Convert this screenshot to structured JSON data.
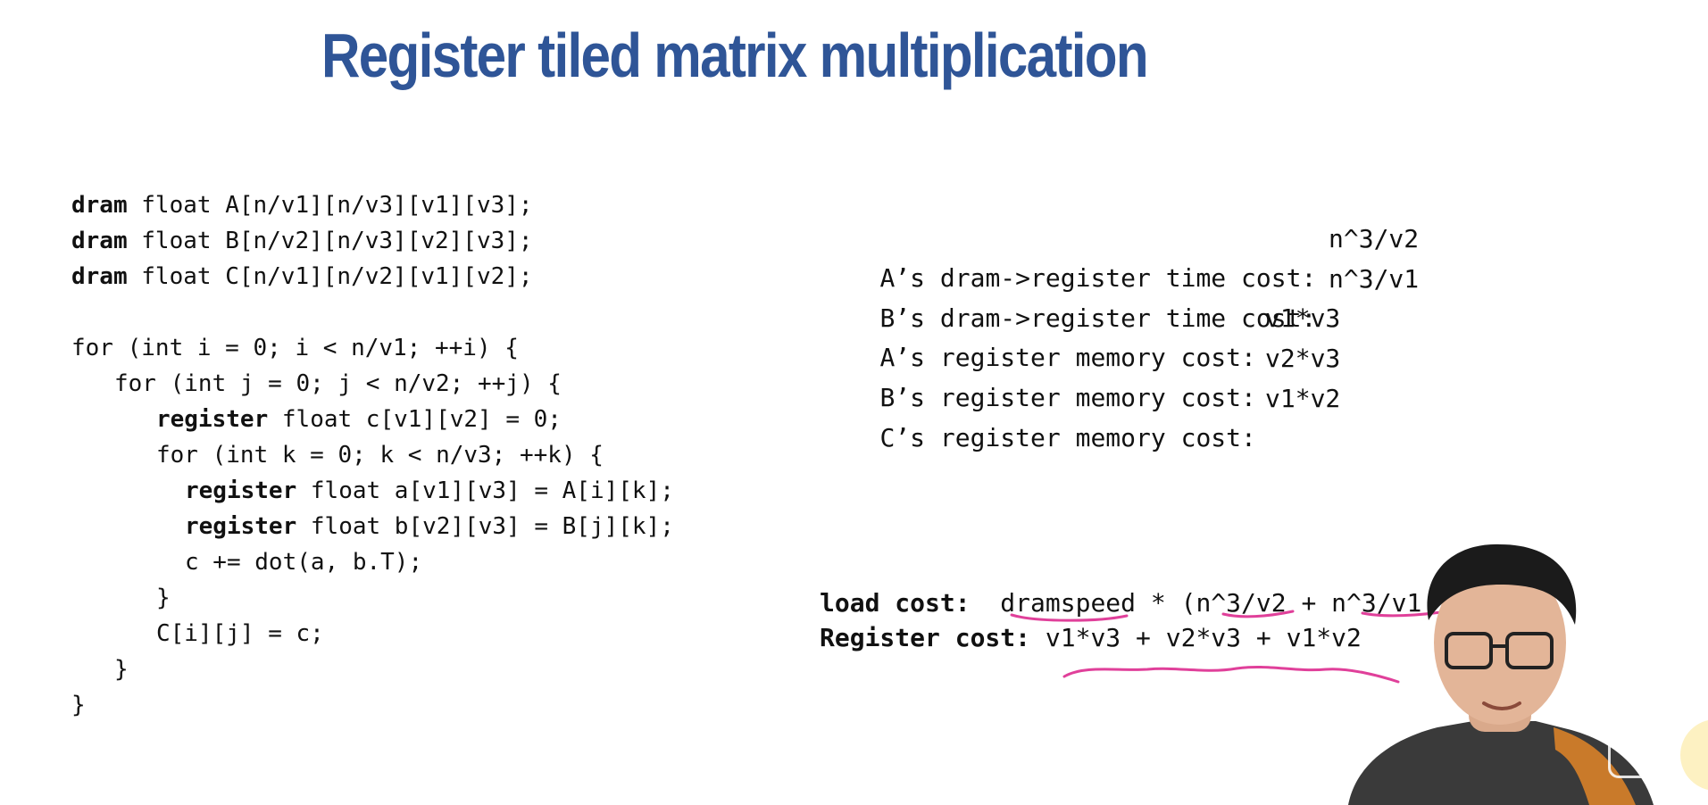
{
  "slide": {
    "title": "Register tiled matrix multiplication"
  },
  "code": {
    "lines": [
      {
        "kw": "dram",
        "rest": " float A[n/v1][n/v3][v1][v3];"
      },
      {
        "kw": "dram",
        "rest": " float B[n/v2][n/v3][v2][v3];"
      },
      {
        "kw": "dram",
        "rest": " float C[n/v1][n/v2][v1][v2];"
      },
      {
        "kw": "",
        "rest": "for (int i = 0; i < n/v1; ++i) {"
      },
      {
        "kw": "",
        "rest": "for (int j = 0; j < n/v2; ++j) {"
      },
      {
        "kw": "register",
        "rest": " float c[v1][v2] = 0;"
      },
      {
        "kw": "",
        "rest": "for (int k = 0; k < n/v3; ++k) {"
      },
      {
        "kw": "register",
        "rest": " float a[v1][v3] = A[i][k];"
      },
      {
        "kw": "register",
        "rest": " float b[v2][v3] = B[j][k];"
      },
      {
        "kw": "",
        "rest": "c += dot(a, b.T);"
      },
      {
        "kw": "",
        "rest": "}"
      },
      {
        "kw": "",
        "rest": "C[i][j] = c;"
      },
      {
        "kw": "",
        "rest": "}"
      },
      {
        "kw": "",
        "rest": "}"
      }
    ]
  },
  "costs": [
    {
      "label": "A’s dram->register time cost:",
      "value": "n^3/v2"
    },
    {
      "label": "B’s dram->register time cost:",
      "value": "n^3/v1"
    },
    {
      "label": "A’s register memory cost:",
      "value": "v1*v3"
    },
    {
      "label": "B’s register memory cost:",
      "value": "v2*v3"
    },
    {
      "label": "C’s register memory cost:",
      "value": "v1*v2"
    }
  ],
  "formulas": {
    "load_label": "load cost:",
    "load_expr": "  dramspeed * (n^3/v2 + n^3/v1",
    "register_label": "Register cost:",
    "register_expr": " v1*v3 + v2*v3 + v1*v2"
  },
  "colors": {
    "title": "#2f5597",
    "annotation_ink": "#e0409a"
  }
}
